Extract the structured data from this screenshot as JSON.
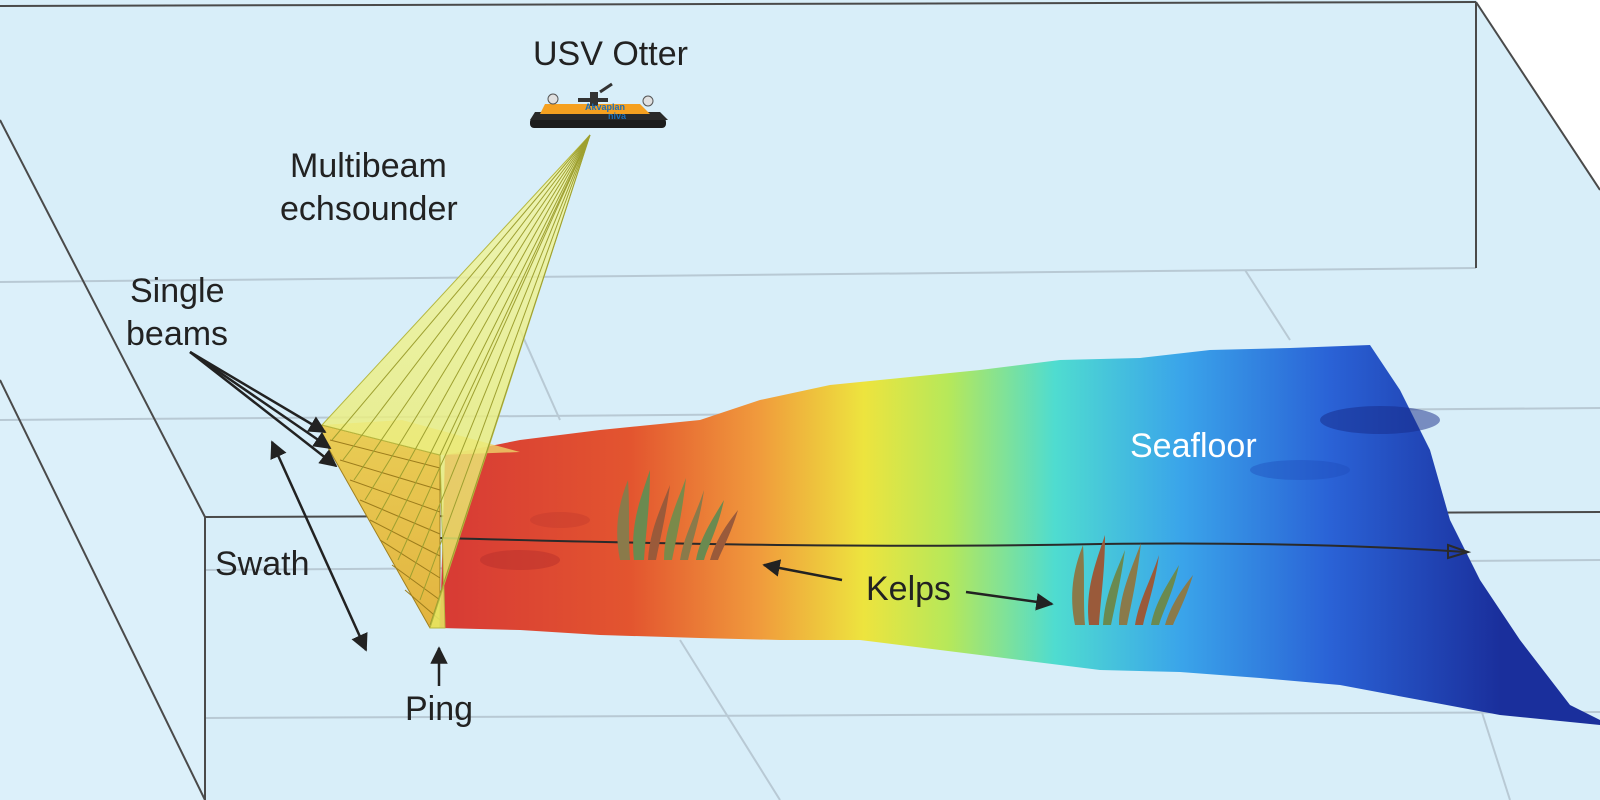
{
  "diagram": {
    "labels": {
      "vessel": "USV Otter",
      "sensor_line1": "Multibeam",
      "sensor_line2": "echsounder",
      "beams_line1": "Single",
      "beams_line2": "beams",
      "swath": "Swath",
      "ping": "Ping",
      "kelps": "Kelps",
      "seafloor": "Seafloor"
    },
    "vessel_hull_text": {
      "line1": "Akvaplan",
      "line2": "niva"
    },
    "colors": {
      "water": "#dcf0fa",
      "box_edge": "#4a4a4a",
      "beam_fan": "#eef07a",
      "swath_block": "#e8c24a",
      "seafloor_gradient": [
        "#d8403a",
        "#e05a30",
        "#f0a040",
        "#e8e040",
        "#a8e060",
        "#40d8d0",
        "#38a8e8",
        "#2a6ad8",
        "#1a3aa8"
      ],
      "kelp": [
        "#8a7a4a",
        "#6a8a50",
        "#9a5a3a"
      ],
      "vessel_hull": "#f5a020"
    },
    "icons": [
      "usv-boat-icon",
      "kelp-icon"
    ]
  }
}
